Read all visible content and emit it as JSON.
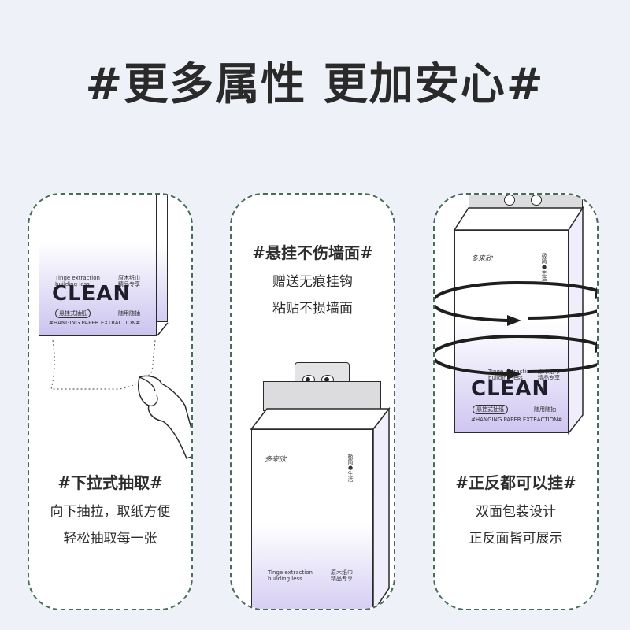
{
  "header": {
    "title": "#更多属性 更加安心#"
  },
  "product": {
    "brand": "CLEAN",
    "sub_left": "悬挂式抽纸",
    "sub_right": "随用随抽",
    "tagline": "#HANGING PAPER EXTRACTION#",
    "tiny_text": "Tinge extraction\nbuilding less",
    "tiny_badge": "原木纸巾\n精品专享",
    "logo_text": "多来欣",
    "side_text": "极简●生活"
  },
  "cards": [
    {
      "title": "#下拉式抽取#",
      "lines": [
        "向下抽拉，取纸方便",
        "轻松抽取每一张"
      ]
    },
    {
      "title": "#悬挂不伤墙面#",
      "lines": [
        "赠送无痕挂钩",
        "粘贴不损墙面"
      ]
    },
    {
      "title": "#正反都可以挂#",
      "lines": [
        "双面包装设计",
        "正反面皆可展示"
      ]
    }
  ],
  "colors": {
    "background": "#eef2f8",
    "border": "#4a6b5a",
    "accent": "#b6a8ec",
    "text": "#2d2d2d"
  },
  "icons": [
    "hand-icon",
    "hook-eyes-icon",
    "rotate-arrows-icon"
  ]
}
